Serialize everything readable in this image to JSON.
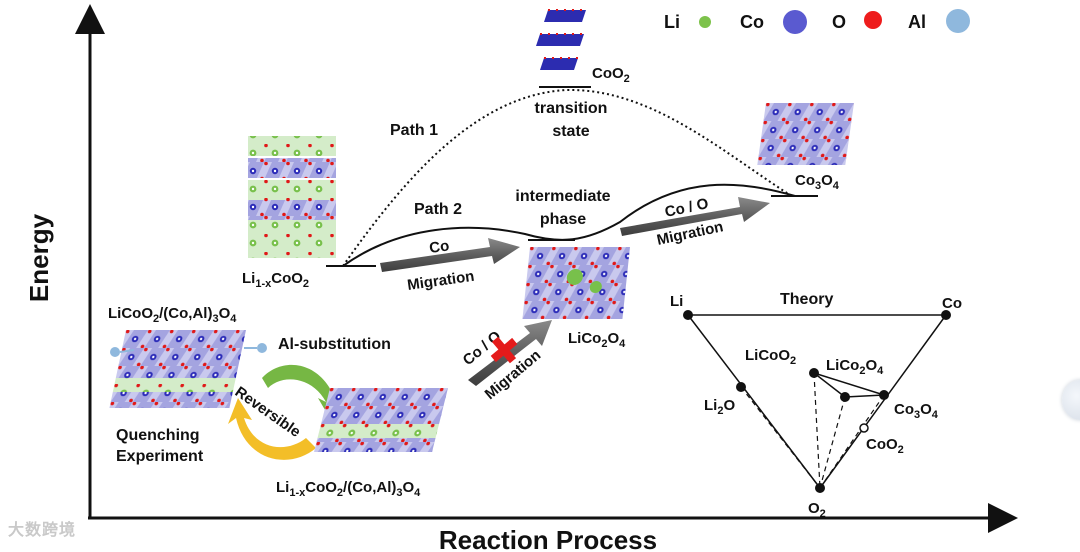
{
  "axes": {
    "y": "Energy",
    "x": "Reaction Process"
  },
  "legend": [
    {
      "label": "Li",
      "color": "#7dc24b"
    },
    {
      "label": "Co",
      "color": "#5a5ad0"
    },
    {
      "label": "O",
      "color": "#ee1c1c"
    },
    {
      "label": "Al",
      "color": "#8fb8dd"
    }
  ],
  "labels": {
    "path1": "Path 1",
    "path2": "Path 2",
    "transition1": "transition",
    "transition2": "state",
    "intermediate1": "intermediate",
    "intermediate2": "phase",
    "co_mig1": "Co",
    "co_mig2": "Migration",
    "coo_mig1": "Co / O",
    "coo_mig2": "Migration",
    "coo_blocked1": "Co / O",
    "coo_blocked2": "Migration",
    "al_sub": "Al-substitution",
    "reversible": "Reversible",
    "quench1": "Quenching",
    "quench2": "Experiment",
    "theory": "Theory"
  },
  "formulas": {
    "li1xcoo2": {
      "a": "Li",
      "b": "1-x",
      "c": "CoO",
      "d": "2"
    },
    "coo2_top": {
      "a": "CoO",
      "b": "2"
    },
    "co3o4_top": {
      "a": "Co",
      "b": "3",
      "c": "O",
      "d": "4"
    },
    "lico2o4_mid": {
      "a": "LiCo",
      "b": "2",
      "c": "O",
      "d": "4"
    },
    "licoo2_al": {
      "a": "LiCoO",
      "b": "2",
      "c": "/(Co,Al)",
      "d": "3",
      "e": "O",
      "f": "4"
    },
    "li1x_al": {
      "a": "Li",
      "b": "1-x",
      "c": "CoO",
      "d": "2",
      "e": "/(Co,Al)",
      "f": "3",
      "g": "O",
      "h": "4"
    }
  },
  "triangle": {
    "li": "Li",
    "co": "Co",
    "li2o": {
      "a": "Li",
      "b": "2",
      "c": "O"
    },
    "licoo2": {
      "a": "LiCoO",
      "b": "2"
    },
    "lico2o4": {
      "a": "LiCo",
      "b": "2",
      "c": "O",
      "d": "4"
    },
    "co3o4": {
      "a": "Co",
      "b": "3",
      "c": "O",
      "d": "4"
    },
    "coo2": {
      "a": "CoO",
      "b": "2"
    },
    "o2": {
      "a": "O",
      "b": "2"
    }
  },
  "watermark": "大数跨境"
}
